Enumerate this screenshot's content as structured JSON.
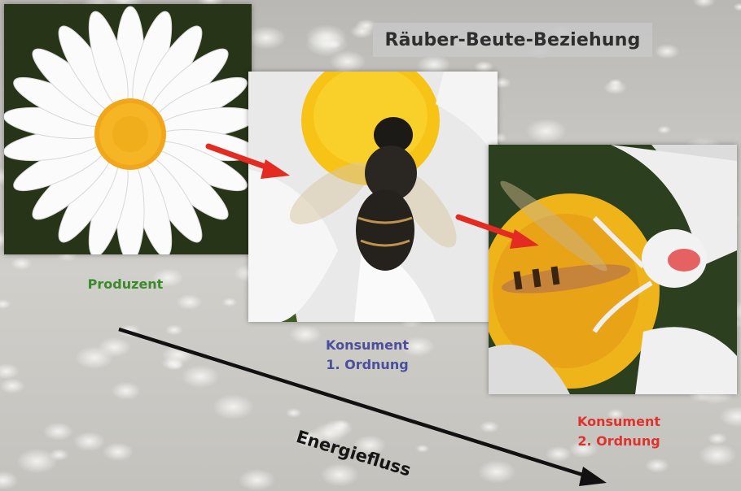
{
  "title": "Räuber-Beute-Beziehung",
  "labels": {
    "producer": "Produzent",
    "consumer1_line1": "Konsument",
    "consumer1_line2": "1. Ordnung",
    "consumer2_line1": "Konsument",
    "consumer2_line2": "2. Ordnung"
  },
  "arrow_label": "Energiefluss",
  "colors": {
    "producer": "#3b8a2c",
    "consumer1": "#4a4e9c",
    "consumer2": "#e0322d",
    "red_arrow": "#e32b22",
    "energy_arrow": "#111111",
    "title_box": "#c8c8c8"
  }
}
